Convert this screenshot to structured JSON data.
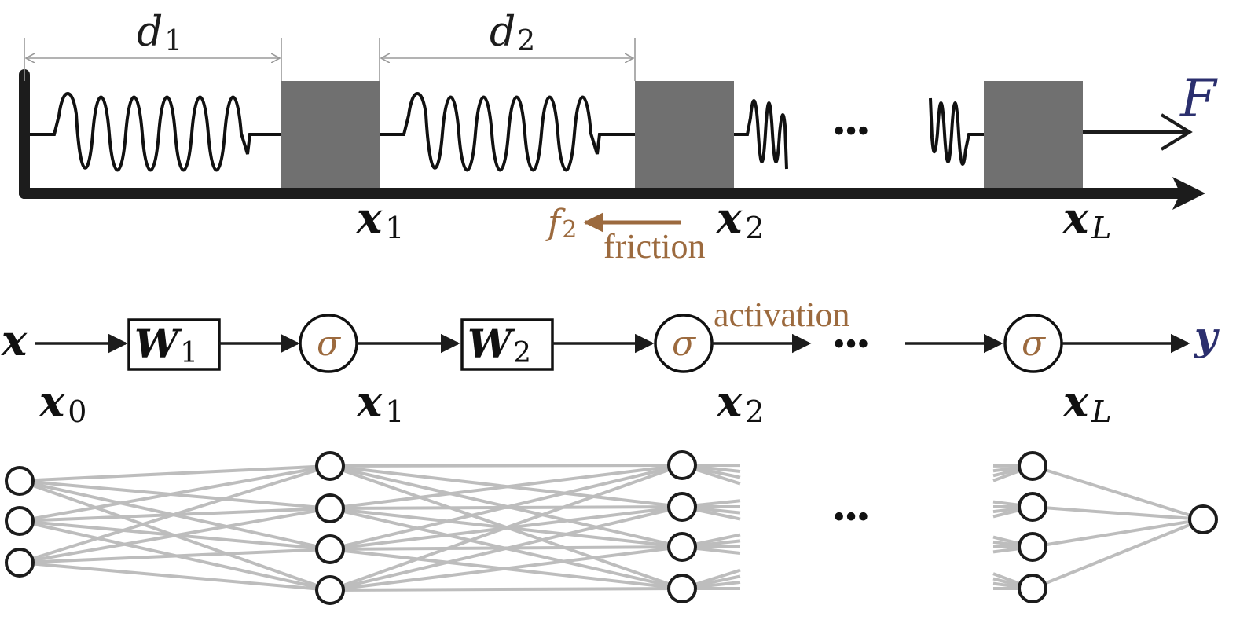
{
  "colors": {
    "ink": "#1c1c1c",
    "grey_block": "#707070",
    "dim_line": "#9a9a9a",
    "edge": "#bdbdbd",
    "accent_brown": "#9c6a3e",
    "accent_navy": "#2b2f6e"
  },
  "spring_mass": {
    "dimensions": [
      {
        "label_base": "d",
        "label_sub": "1"
      },
      {
        "label_base": "d",
        "label_sub": "2"
      }
    ],
    "force_label": "F",
    "positions": [
      {
        "base": "x",
        "sub": "1"
      },
      {
        "base": "x",
        "sub": "2"
      },
      {
        "base": "x",
        "sub": "L"
      }
    ],
    "friction_symbol_base": "f",
    "friction_symbol_sub": "2",
    "friction_label": "friction",
    "ellipsis": "•••"
  },
  "network_chain": {
    "input_label": "x",
    "output_label": "y",
    "weights": [
      {
        "base": "W",
        "sub": "1"
      },
      {
        "base": "W",
        "sub": "2"
      }
    ],
    "activation_symbol": "σ",
    "activation_label": "activation",
    "states": [
      {
        "base": "x",
        "sub": "0"
      },
      {
        "base": "x",
        "sub": "1"
      },
      {
        "base": "x",
        "sub": "2"
      },
      {
        "base": "x",
        "sub": "L"
      }
    ],
    "ellipsis": "•••"
  },
  "network_graph": {
    "layer_sizes": [
      3,
      4,
      4,
      4,
      1
    ],
    "ellipsis": "•••"
  }
}
